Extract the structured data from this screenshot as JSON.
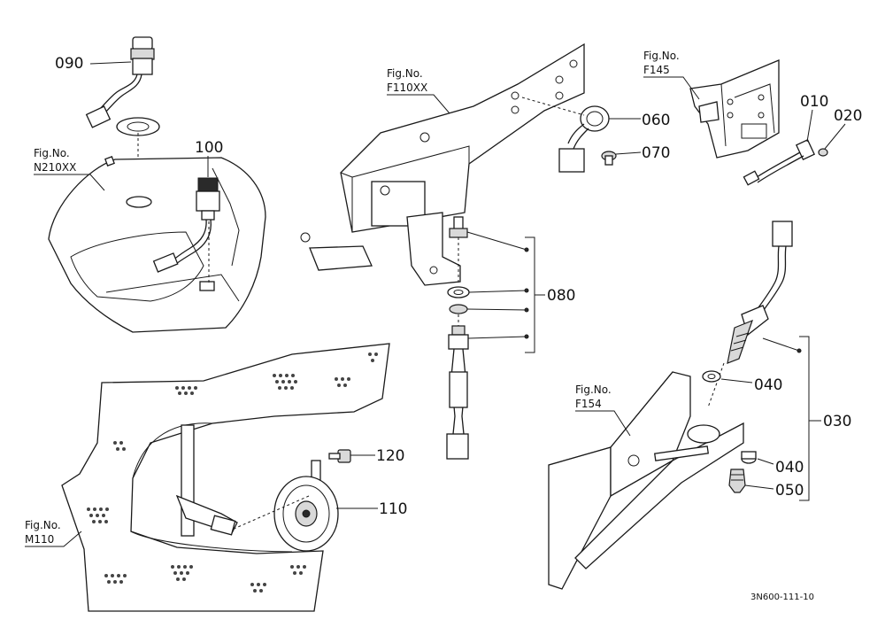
{
  "part_numbers": {
    "p010": "010",
    "p020": "020",
    "p030": "030",
    "p040a": "040",
    "p040b": "040",
    "p050": "050",
    "p060": "060",
    "p070": "070",
    "p080": "080",
    "p090": "090",
    "p100": "100",
    "p110": "110",
    "p120": "120"
  },
  "figure_refs": {
    "n210xx": {
      "line1": "Fig.No.",
      "line2": "N210XX"
    },
    "f110xx": {
      "line1": "Fig.No.",
      "line2": "F110XX"
    },
    "f145": {
      "line1": "Fig.No.",
      "line2": "F145"
    },
    "f154": {
      "line1": "Fig.No.",
      "line2": "F154"
    },
    "m110": {
      "line1": "Fig.No.",
      "line2": "M110"
    }
  },
  "drawing_code": "3N600-111-10"
}
